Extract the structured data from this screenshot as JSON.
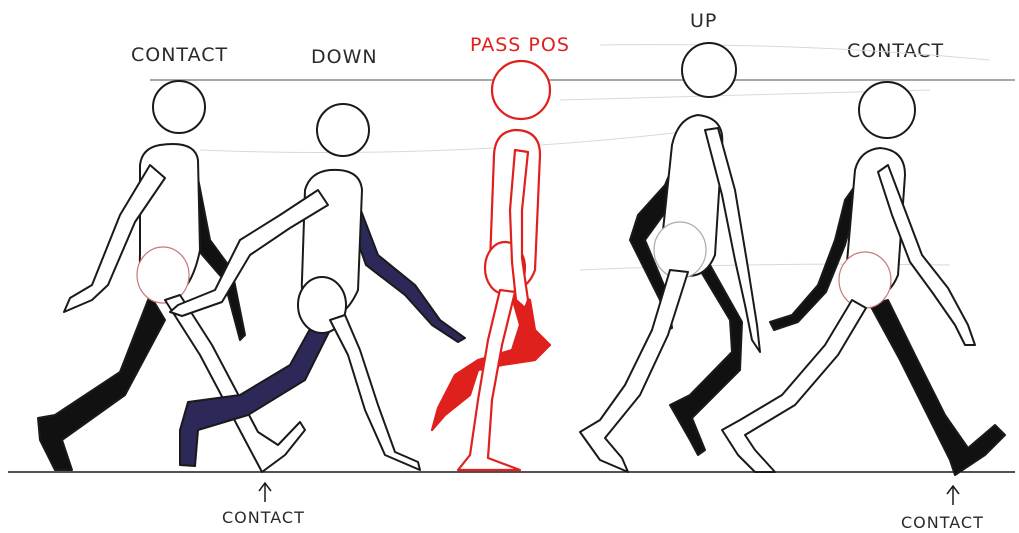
{
  "poses": [
    {
      "label": "CONTACT",
      "color": "#2a2a2a"
    },
    {
      "label": "DOWN",
      "color": "#2a2a2a"
    },
    {
      "label": "PASS POS",
      "color": "#e0201c"
    },
    {
      "label": "UP",
      "color": "#2a2a2a"
    },
    {
      "label": "CONTACT",
      "color": "#2a2a2a"
    }
  ],
  "ground_markers": [
    {
      "label": "CONTACT"
    },
    {
      "label": "CONTACT"
    }
  ],
  "colors": {
    "ink": "#1a1a1a",
    "down_limbs": "#2c2858",
    "pass_pos": "#e0201c",
    "paper": "#ffffff"
  }
}
